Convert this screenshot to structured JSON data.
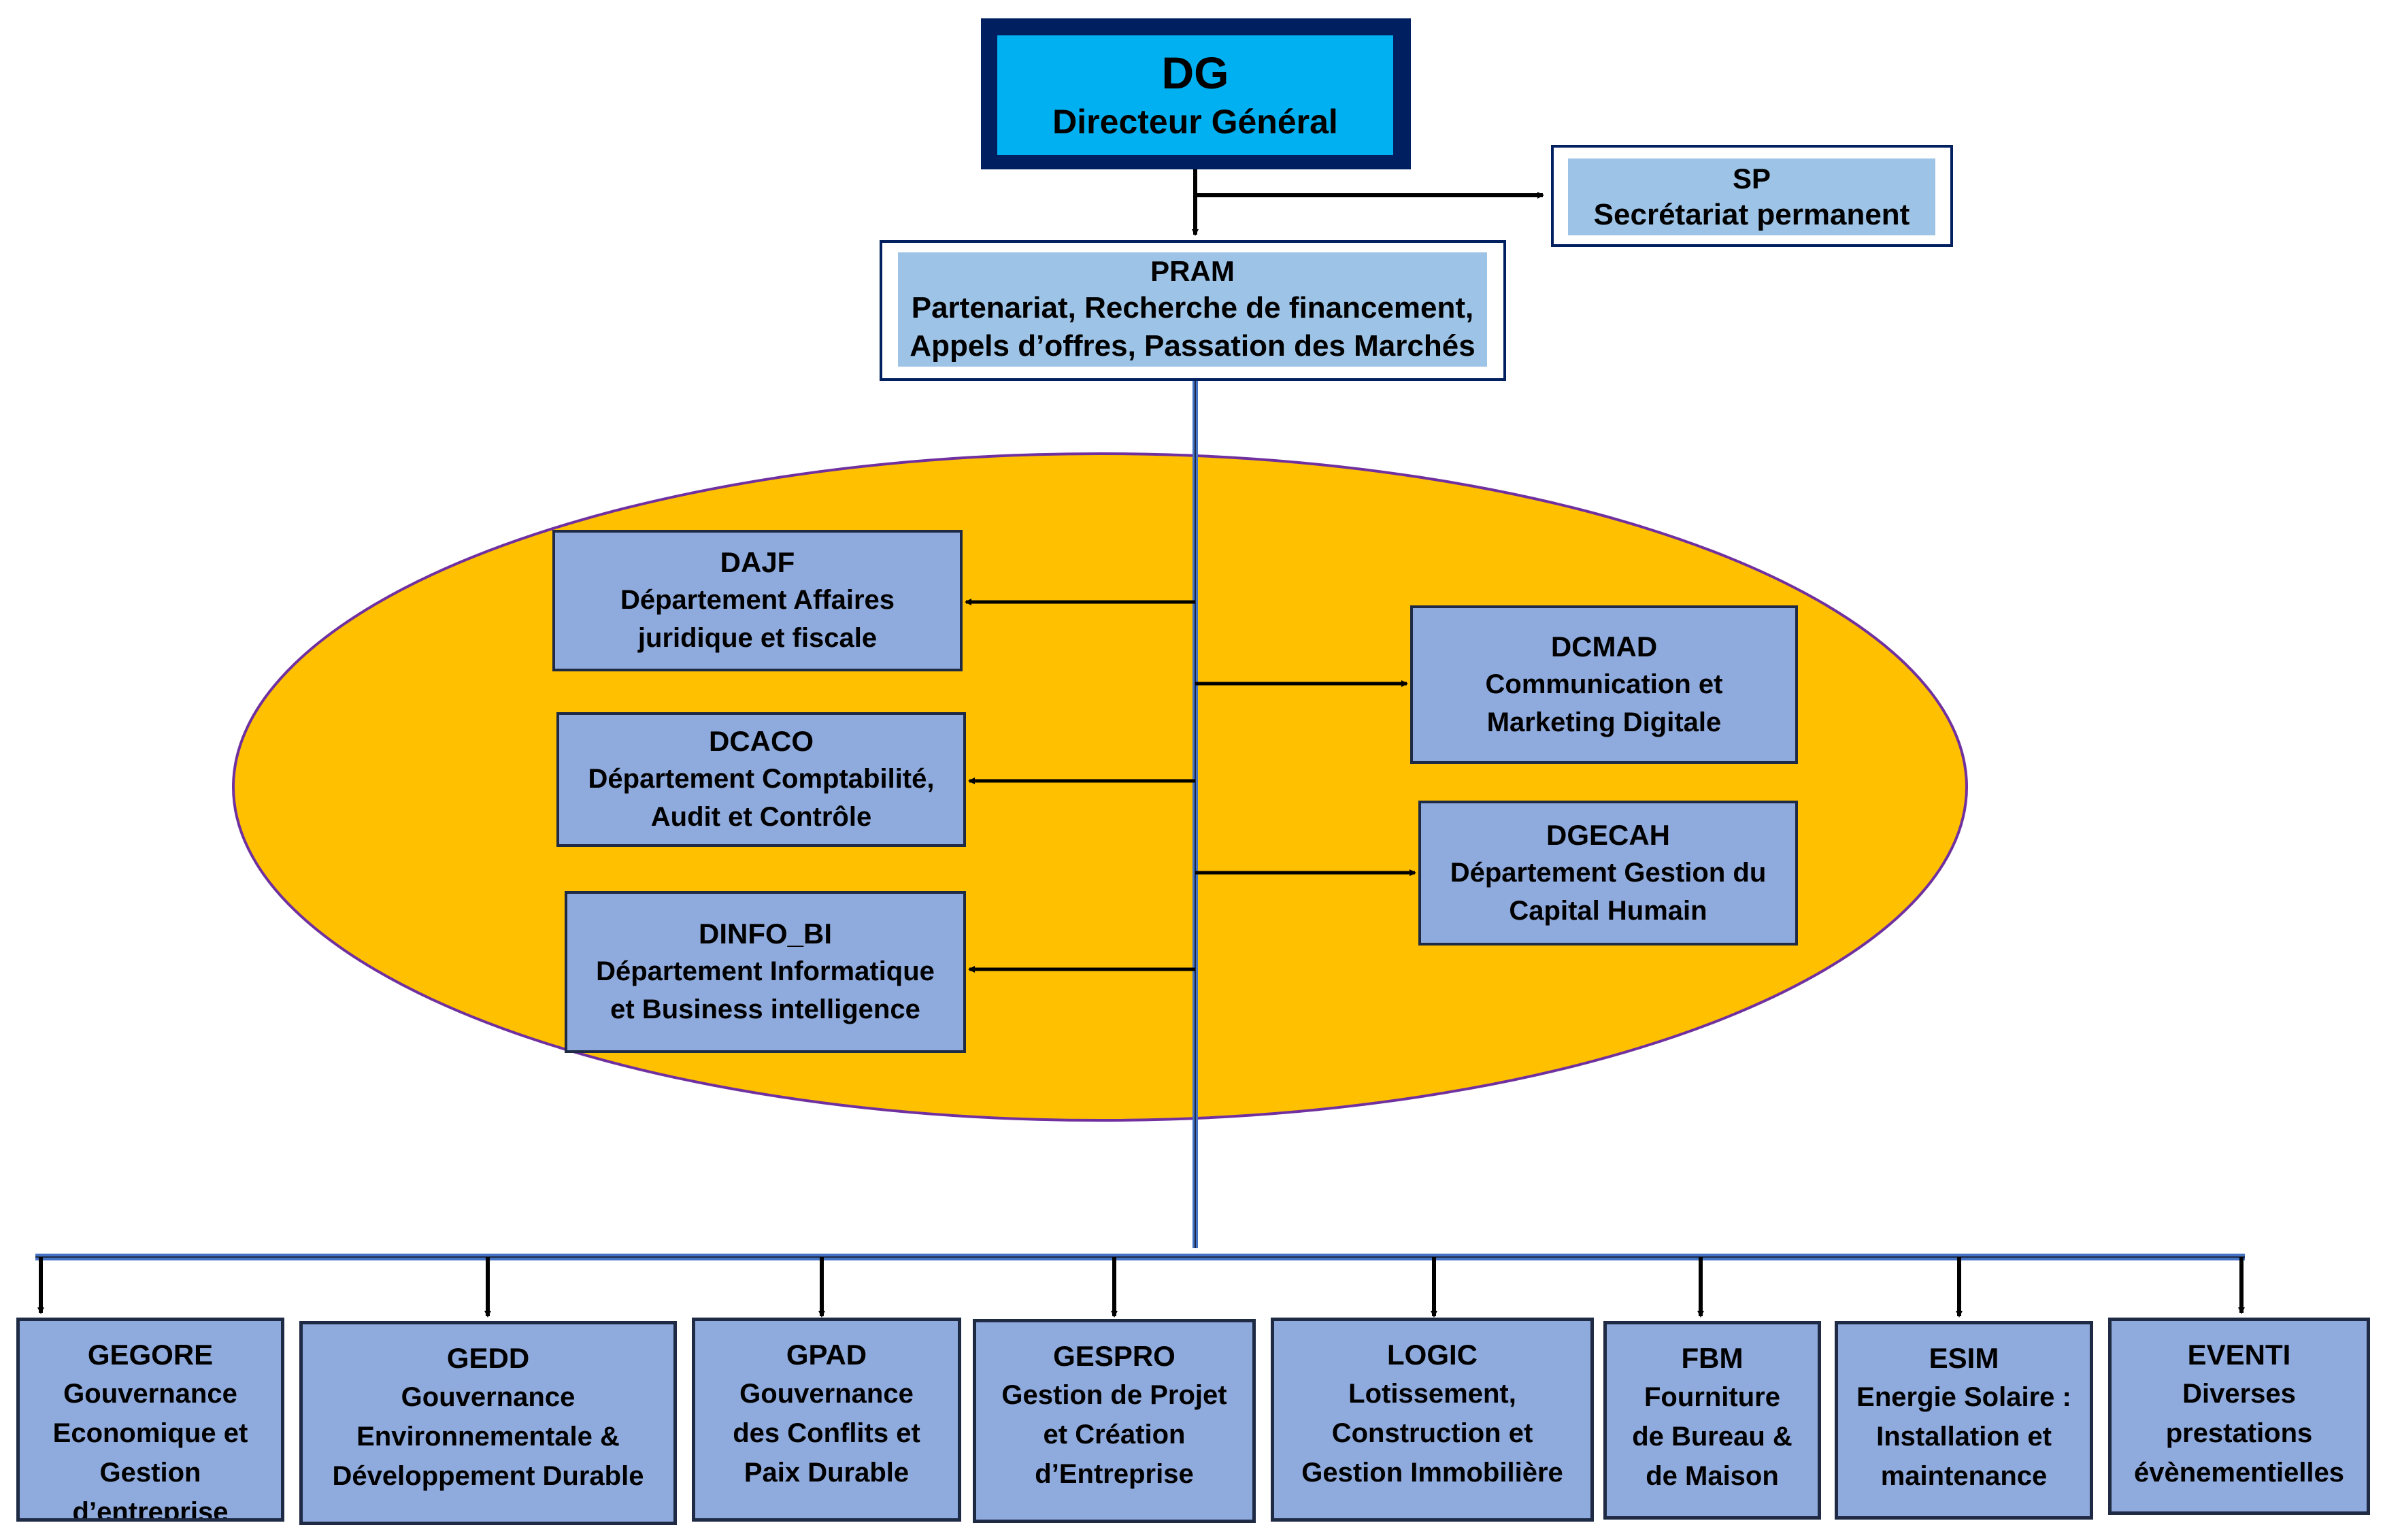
{
  "colors": {
    "dg_border": "#001f60",
    "dg_fill": "#00b0f0",
    "light_fill": "#9dc3e6",
    "dept_fill": "#8faadc",
    "ellipse_fill": "#ffc000",
    "ellipse_stroke": "#7030a0",
    "connector": "#4472c4"
  },
  "dg": {
    "code": "DG",
    "name": "Directeur Général"
  },
  "sp": {
    "code": "SP",
    "name": "Secrétariat permanent"
  },
  "pram": {
    "code": "PRAM",
    "line1": "Partenariat, Recherche de financement,",
    "line2": "Appels d’offres, Passation des Marchés"
  },
  "departments": [
    {
      "code": "DAJF",
      "lines": [
        "Département Affaires",
        "juridique et fiscale"
      ]
    },
    {
      "code": "DCACO",
      "lines": [
        "Département Comptabilité,",
        "Audit et Contrôle"
      ]
    },
    {
      "code": "DINFO_BI",
      "lines": [
        "Département Informatique",
        "et Business intelligence"
      ]
    },
    {
      "code": "DCMAD",
      "lines": [
        "Communication et",
        "Marketing Digitale"
      ]
    },
    {
      "code": "DGECAH",
      "lines": [
        "Département Gestion du",
        "Capital Humain"
      ]
    }
  ],
  "subsidiaries": [
    {
      "code": "GEGORE",
      "lines": [
        "Gouvernance",
        "Economique et",
        "Gestion",
        "d’entreprise"
      ]
    },
    {
      "code": "GEDD",
      "lines": [
        "Gouvernance",
        "Environnementale &",
        "Développement Durable"
      ]
    },
    {
      "code": "GPAD",
      "lines": [
        "Gouvernance",
        "des Conflits et",
        "Paix Durable"
      ]
    },
    {
      "code": "GESPRO",
      "lines": [
        "Gestion de Projet",
        "et Création",
        "d’Entreprise"
      ]
    },
    {
      "code": "LOGIC",
      "lines": [
        "Lotissement,",
        "Construction et",
        "Gestion Immobilière"
      ]
    },
    {
      "code": "FBM",
      "lines": [
        "Fourniture",
        "de Bureau &",
        "de Maison"
      ]
    },
    {
      "code": "ESIM",
      "lines": [
        "Energie Solaire :",
        "Installation et",
        "maintenance"
      ]
    },
    {
      "code": "EVENTI",
      "lines": [
        "Diverses",
        "prestations",
        "évènementielles"
      ]
    }
  ]
}
